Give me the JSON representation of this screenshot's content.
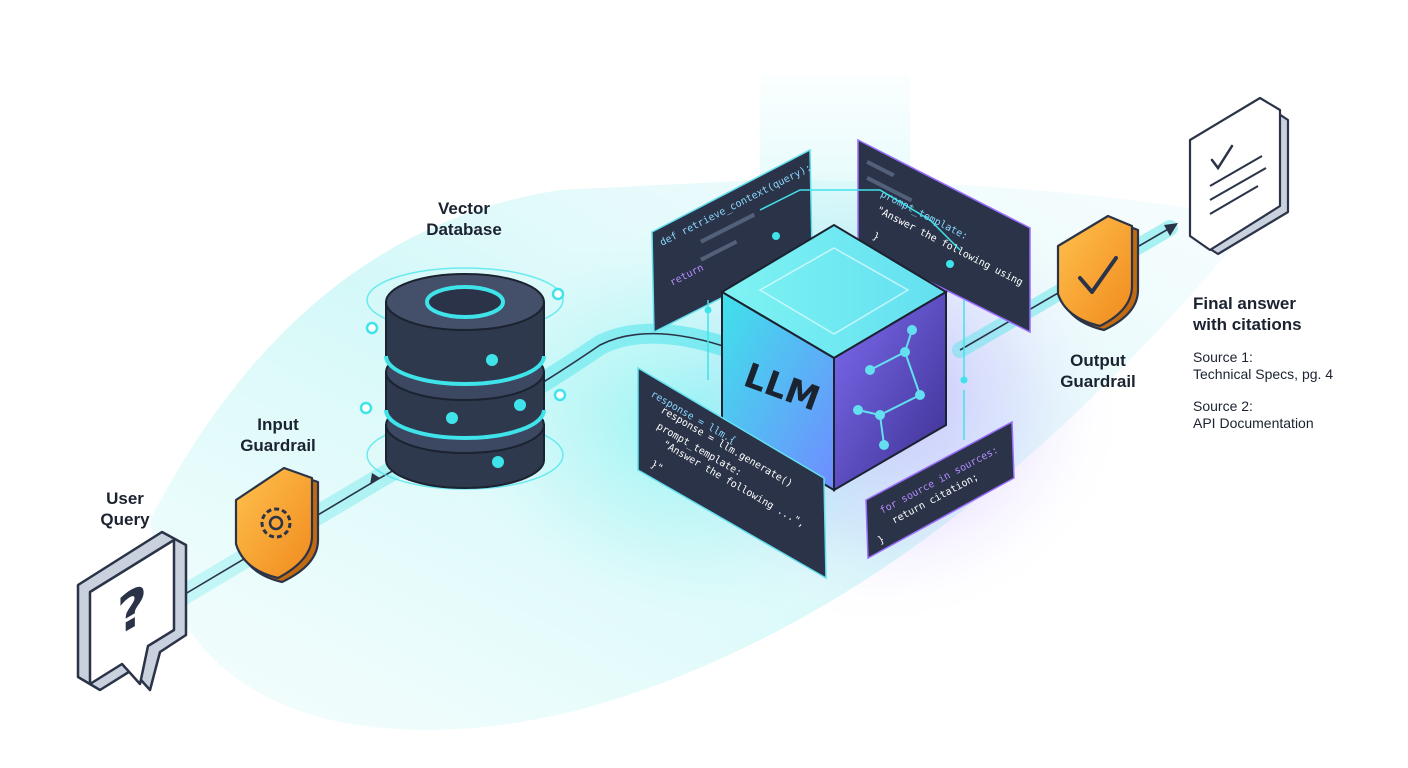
{
  "nodes": {
    "user_query": {
      "line1": "User",
      "line2": "Query",
      "icon": "question-bubble-icon"
    },
    "input_guardrail": {
      "line1": "Input",
      "line2": "Guardrail",
      "icon": "shield-gear-icon"
    },
    "vector_database": {
      "line1": "Vector",
      "line2": "Database",
      "icon": "database-icon"
    },
    "llm": {
      "label": "LLM",
      "icon": "llm-cube-icon"
    },
    "output_guardrail": {
      "line1": "Output",
      "line2": "Guardrail",
      "icon": "shield-check-icon"
    },
    "final_answer": {
      "line1": "Final answer",
      "line2": "with citations",
      "icon": "document-check-icon",
      "sources": [
        {
          "title": "Source 1:",
          "detail": "Technical Specs, pg. 4"
        },
        {
          "title": "Source 2:",
          "detail": "API Documentation"
        }
      ]
    }
  },
  "code_panels": {
    "top_left": [
      "def retrieve_context(query):",
      "return"
    ],
    "top_right": [
      "prompt_template:",
      "\"Answer the following using",
      "}"
    ],
    "bottom_left": [
      "response = llm.{",
      "response = llm.generate()",
      "prompt_template:",
      "\"Answer the following ...\",",
      "}\""
    ],
    "bottom_right": [
      "for source in sources:",
      "return citation;",
      "}"
    ]
  },
  "colors": {
    "accent_cyan": "#2fe0ea",
    "accent_purple": "#9a6cff",
    "panel_dark": "#2a3347",
    "shield_orange": "#f5a02a",
    "ink": "#1b2230"
  }
}
